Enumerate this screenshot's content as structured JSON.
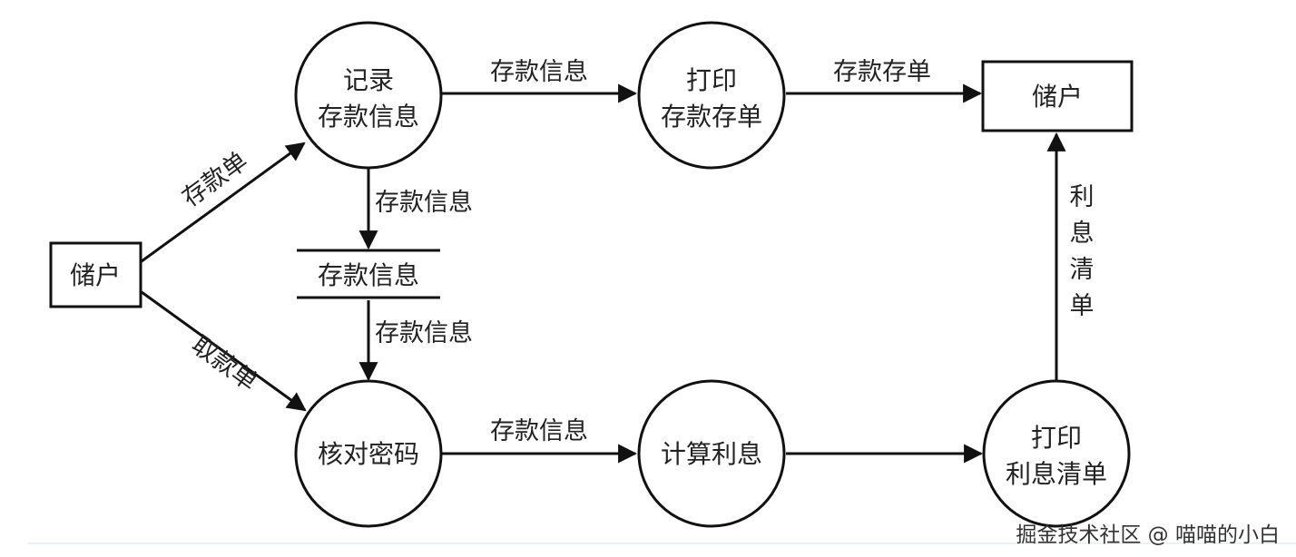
{
  "nodes": {
    "depositor_left": "储户",
    "depositor_right": "储户",
    "record_line1": "记录",
    "record_line2": "存款信息",
    "print_receipt_line1": "打印",
    "print_receipt_line2": "存款存单",
    "datastore": "存款信息",
    "verify_password": "核对密码",
    "calc_interest": "计算利息",
    "print_list_line1": "打印",
    "print_list_line2": "利息清单"
  },
  "edges": {
    "deposit_slip": "存款单",
    "withdraw_slip": "取款单",
    "record_to_print": "存款信息",
    "print_to_depositor": "存款存单",
    "record_to_store": "存款信息",
    "store_to_verify": "存款信息",
    "verify_to_calc": "存款信息",
    "interest_list_chars": [
      "利",
      "息",
      "清",
      "单"
    ]
  },
  "watermark": "掘金技术社区 @ 喵喵的小白"
}
